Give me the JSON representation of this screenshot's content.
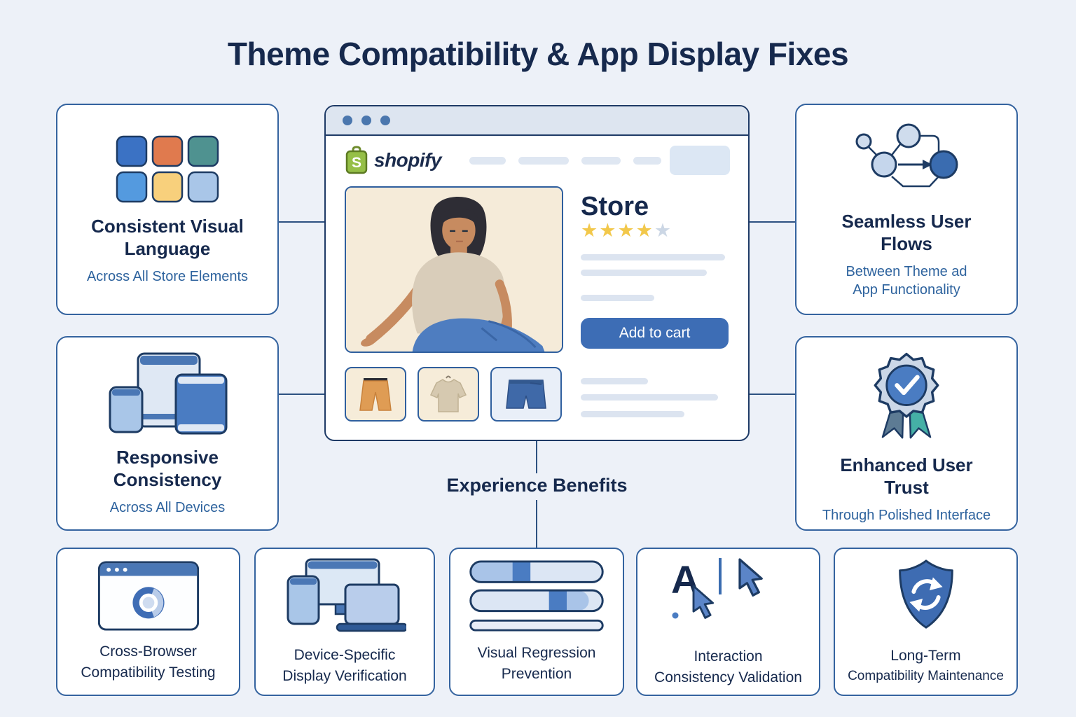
{
  "page": {
    "title": "Theme Compatibility & App Display Fixes",
    "center_label": "Experience Benefits"
  },
  "side_cards": {
    "consistent_visual": {
      "icon": "color-grid-icon",
      "title_lines": [
        "Consistent Visual",
        "Language"
      ],
      "subtitle": "Across All Store Elements"
    },
    "responsive": {
      "icon": "responsive-devices-icon",
      "title_lines": [
        "Responsive",
        "Consistency"
      ],
      "subtitle": "Across All Devices"
    },
    "user_flows": {
      "icon": "user-flow-nodes-icon",
      "title_lines": [
        "Seamless User",
        "Flows"
      ],
      "subtitle_lines": [
        "Between Theme ad",
        "App Functionality"
      ]
    },
    "user_trust": {
      "icon": "verified-badge-icon",
      "title_lines": [
        "Enhanced User",
        "Trust"
      ],
      "subtitle": "Through Polished Interface"
    }
  },
  "browser": {
    "brand": "shopify",
    "window_controls": "three-dots",
    "product": {
      "title": "Store",
      "rating_filled": 4,
      "rating_total": 5,
      "add_to_cart_label": "Add to cart",
      "thumbnails": [
        "orange-shorts",
        "beige-tshirt",
        "blue-shorts"
      ]
    }
  },
  "bottom_cards": [
    {
      "icon": "chromium-browser-icon",
      "label_lines": [
        "Cross-Browser",
        "Compatibility Testing"
      ]
    },
    {
      "icon": "multi-device-icon",
      "label_lines": [
        "Device-Specific",
        "Display Verification"
      ]
    },
    {
      "icon": "progress-bars-icon",
      "label_lines": [
        "Visual Regression",
        "Prevention"
      ]
    },
    {
      "icon": "cursor-interaction-icon",
      "label_lines": [
        "Interaction",
        "Consistency Validation"
      ]
    },
    {
      "icon": "shield-refresh-icon",
      "label_lines": [
        "Long-Term",
        "Compatibility Maintenance"
      ]
    }
  ],
  "colors": {
    "background": "#edf1f8",
    "card_border": "#34639f",
    "navy_text": "#16294d",
    "subtitle_blue": "#2e639e",
    "button_blue": "#3d6db5",
    "star_gold": "#f2c84b",
    "star_empty": "#ccd7e5",
    "shopify_green": "#95bf47",
    "skeleton": "#dce4f0",
    "connector": "#2d5181"
  }
}
